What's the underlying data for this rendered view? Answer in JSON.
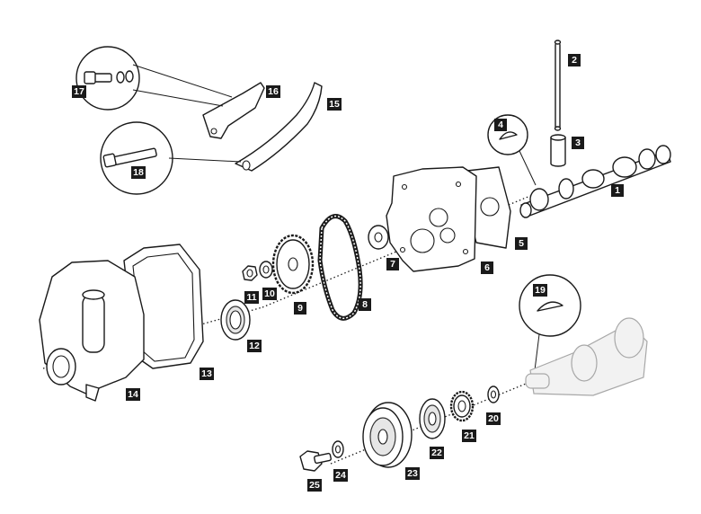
{
  "callouts": [
    "1",
    "2",
    "3",
    "4",
    "5",
    "6",
    "7",
    "8",
    "9",
    "10",
    "11",
    "12",
    "13",
    "14",
    "15",
    "16",
    "17",
    "18",
    "19",
    "20",
    "21",
    "22",
    "23",
    "24",
    "25"
  ],
  "colors": {
    "line": "#1a1a1a",
    "callout_background": "#1a1a1a",
    "callout_text": "#ffffff"
  }
}
